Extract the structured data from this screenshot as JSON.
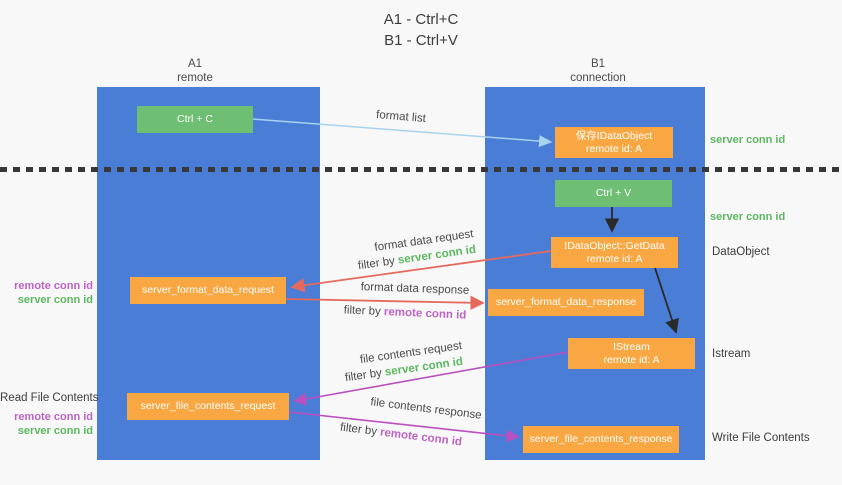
{
  "title": {
    "line1": "A1 - Ctrl+C",
    "line2": "B1 - Ctrl+V"
  },
  "columns": {
    "a": {
      "id": "A1",
      "name": "remote"
    },
    "b": {
      "id": "B1",
      "name": "connection"
    }
  },
  "nodes": {
    "ctrl_c": {
      "label": "Ctrl + C"
    },
    "ctrl_v": {
      "label": "Ctrl + V"
    },
    "save_dataobject": {
      "line1": "保存IDataObject",
      "line2": "remote id: A"
    },
    "getdata": {
      "line1": "IDataObject::GetData",
      "line2": "remote id: A"
    },
    "istream": {
      "line1": "IStream",
      "line2": "remote id: A"
    },
    "format_request": {
      "label": "server_format_data_request"
    },
    "format_response": {
      "label": "server_format_data_response"
    },
    "file_request": {
      "label": "server_file_contents_request"
    },
    "file_response": {
      "label": "server_file_contents_response"
    }
  },
  "right_labels": {
    "server_conn_id_1": "server conn id",
    "server_conn_id_2": "server conn id",
    "dataobject": "DataObject",
    "istream": "Istream",
    "write_file_contents": "Write File Contents"
  },
  "left_labels": {
    "remote_conn_id_1": "remote conn id",
    "server_conn_id_1": "server conn id",
    "read_file_contents": "Read File Contents",
    "remote_conn_id_2": "remote conn id",
    "server_conn_id_2": "server conn id"
  },
  "arrow_labels": {
    "format_list": "format list",
    "format_data_request": "format data request",
    "format_data_response": "format data response",
    "file_contents_request": "file contents request",
    "file_contents_response": "file contents response",
    "filter_by": "filter by",
    "server_conn_id": "server conn id",
    "remote_conn_id": "remote conn id"
  },
  "colors": {
    "column_blue": "#4a7ed6",
    "node_green": "#6ebe73",
    "node_orange": "#f8a742",
    "arrow_lightblue": "#a8d2ee",
    "arrow_red": "#e5695c",
    "arrow_magenta": "#bb4fc0",
    "arrow_black": "#2a2a2a",
    "text_green": "#5cb860",
    "text_purple": "#bd64c5",
    "text_dark": "#3c3c3c",
    "background": "#f8f8f8"
  }
}
